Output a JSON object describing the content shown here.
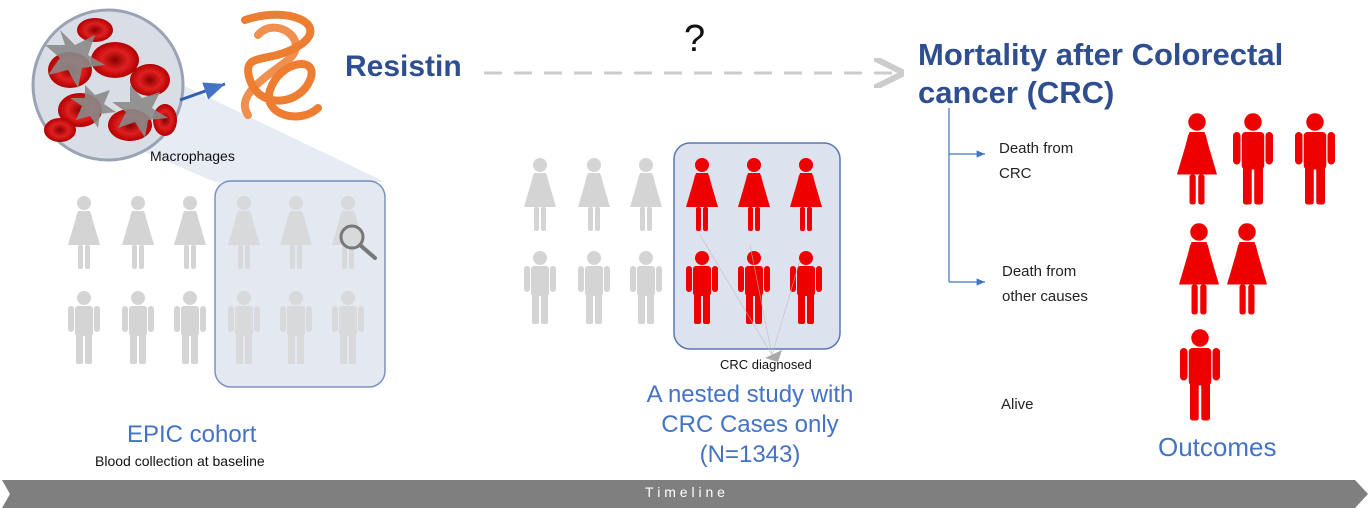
{
  "header": {
    "resistin": "Resistin",
    "question_mark": "?",
    "mortality_title_line1": "Mortality after Colorectal",
    "mortality_title_line2": "cancer (CRC)"
  },
  "left": {
    "macrophages": "Macrophages",
    "cohort_title": "EPIC cohort",
    "cohort_subtitle": "Blood collection at baseline"
  },
  "middle": {
    "crc_diagnosed": "CRC diagnosed",
    "study_line1": "A nested study with",
    "study_line2": "CRC Cases only",
    "study_line3": "(N=1343)"
  },
  "right": {
    "death_crc_line1": "Death from",
    "death_crc_line2": "CRC",
    "death_other_line1": "Death from",
    "death_other_line2": "other causes",
    "alive": "Alive",
    "outcomes": "Outcomes"
  },
  "timeline": {
    "label": "T i m e l i n e"
  },
  "colors": {
    "title_blue": "#2e4e8f",
    "label_blue": "#4472c4",
    "red_figure": "#ee0000",
    "grey_figure": "#d4d4d4",
    "orange_resistin": "#ed7d31",
    "timeline_grey": "#7f7f7f"
  }
}
